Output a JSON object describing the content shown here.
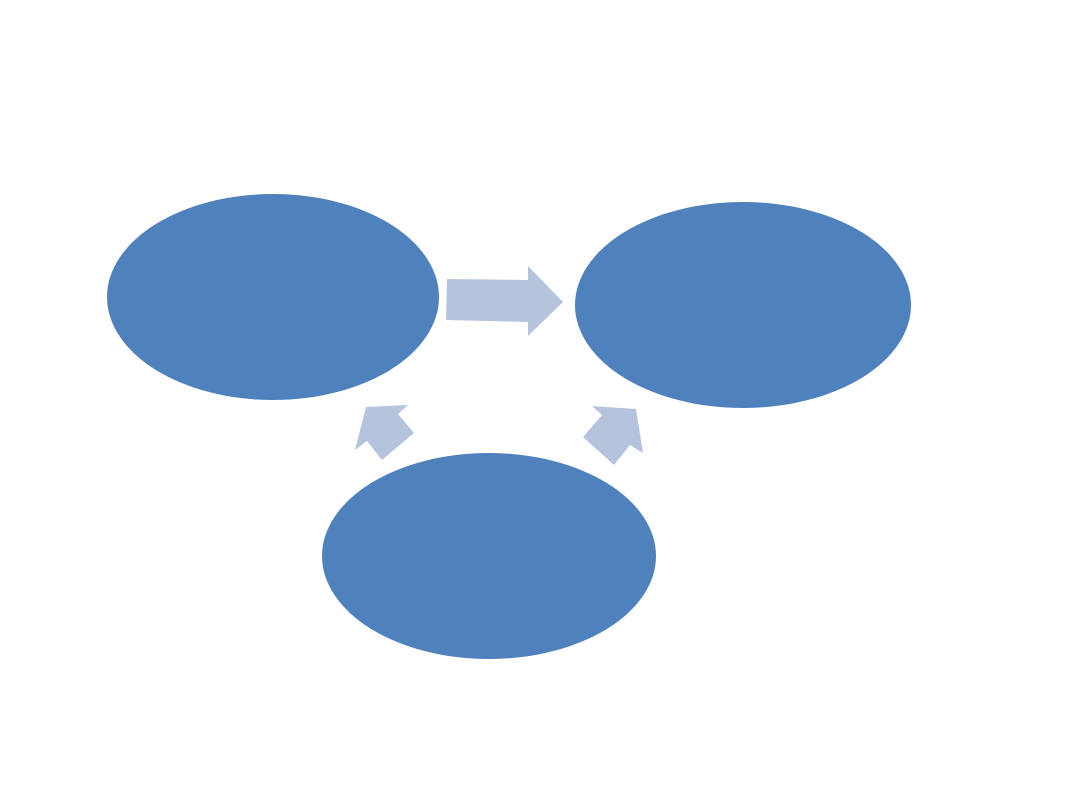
{
  "colors": {
    "background": "#ffffff",
    "node_fill": "#4f81bd",
    "arrow_fill": "#b5c3dd"
  },
  "nodes": [
    {
      "id": "node-left",
      "label": ""
    },
    {
      "id": "node-right",
      "label": ""
    },
    {
      "id": "node-bottom",
      "label": ""
    }
  ],
  "edges": [
    {
      "from": "node-left",
      "to": "node-right"
    },
    {
      "from": "node-bottom",
      "to": "node-left"
    },
    {
      "from": "node-bottom",
      "to": "node-right"
    }
  ]
}
